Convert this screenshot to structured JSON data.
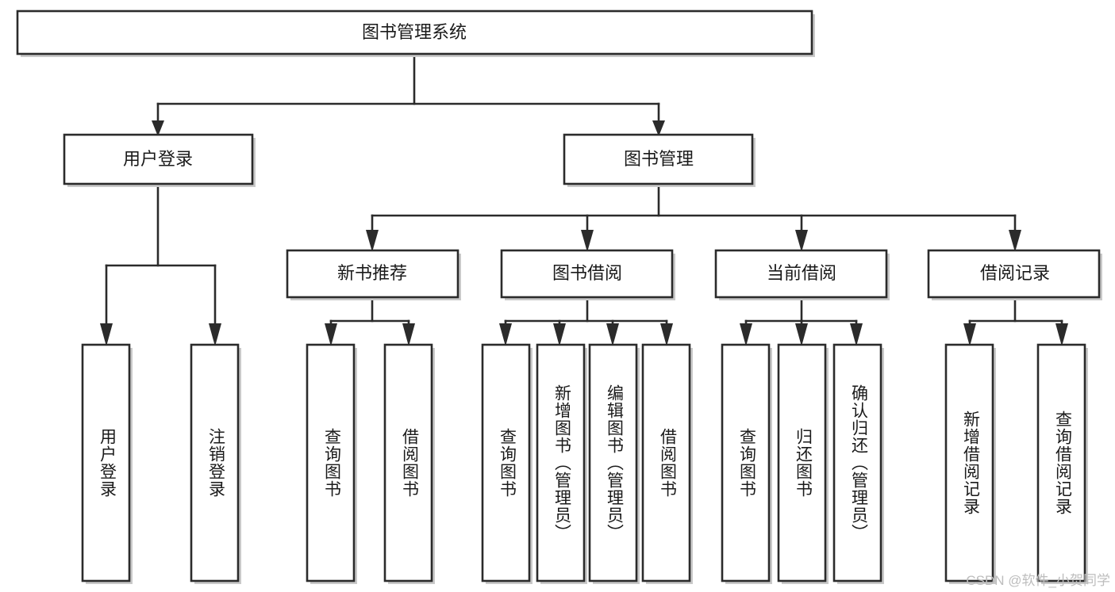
{
  "diagram": {
    "title": "图书管理系统",
    "type": "tree-hierarchy",
    "root": {
      "label": "图书管理系统"
    },
    "level2": [
      {
        "label": "用户登录"
      },
      {
        "label": "图书管理"
      }
    ],
    "level3": [
      {
        "label": "新书推荐"
      },
      {
        "label": "图书借阅"
      },
      {
        "label": "当前借阅"
      },
      {
        "label": "借阅记录"
      }
    ],
    "leaves": [
      {
        "label": "用户登录",
        "parent": "用户登录"
      },
      {
        "label": "注销登录",
        "parent": "用户登录"
      },
      {
        "label": "查询图书",
        "parent": "新书推荐"
      },
      {
        "label": "借阅图书",
        "parent": "新书推荐"
      },
      {
        "label": "查询图书",
        "parent": "图书借阅"
      },
      {
        "label": "新增图书（管理员）",
        "parent": "图书借阅"
      },
      {
        "label": "编辑图书（管理员）",
        "parent": "图书借阅"
      },
      {
        "label": "借阅图书",
        "parent": "图书借阅"
      },
      {
        "label": "查询图书",
        "parent": "当前借阅"
      },
      {
        "label": "归还图书",
        "parent": "当前借阅"
      },
      {
        "label": "确认归还（管理员）",
        "parent": "当前借阅"
      },
      {
        "label": "新增借阅记录",
        "parent": "借阅记录"
      },
      {
        "label": "查询借阅记录",
        "parent": "借阅记录"
      }
    ]
  },
  "watermark": {
    "text": "CSDN @软件_小贺同学"
  },
  "colors": {
    "stroke": "#2b2b2b",
    "fill": "#ffffff",
    "text": "#1a1a1a",
    "watermark": "#bdbdbd",
    "background": "#ffffff"
  }
}
